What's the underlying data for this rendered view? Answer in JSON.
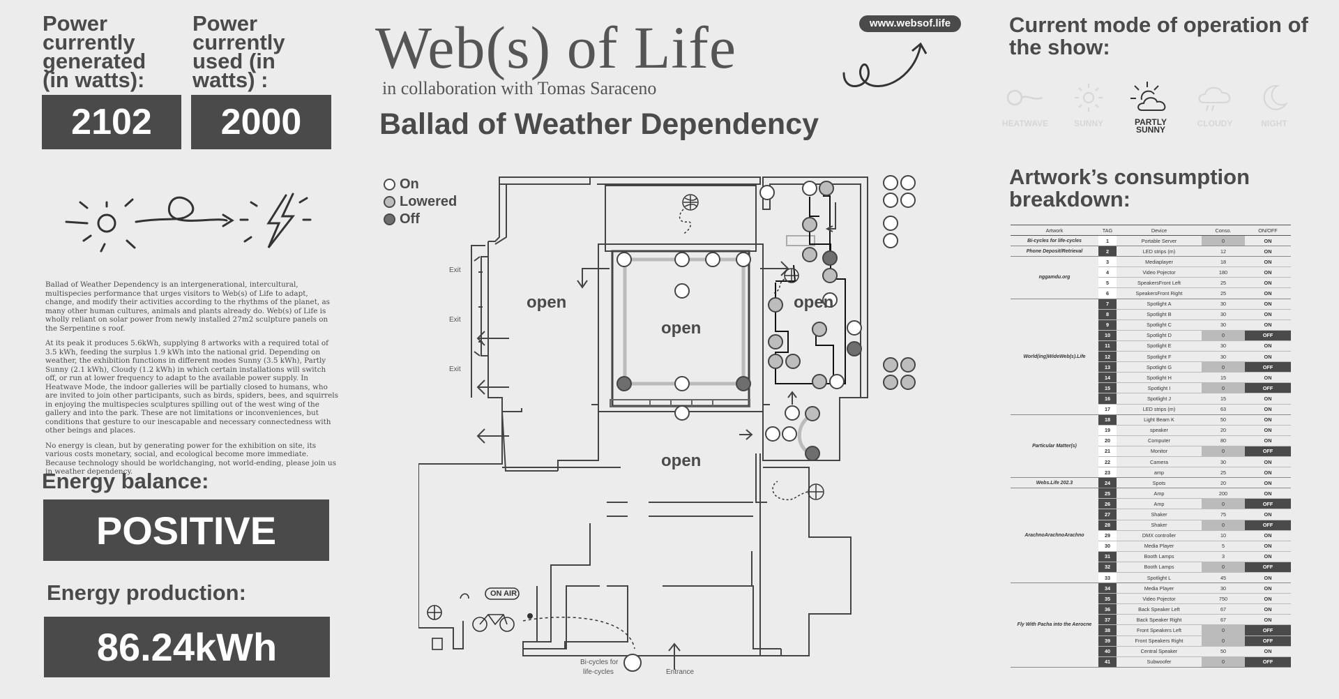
{
  "power": {
    "generated_label": "Power currently generated (in watts):",
    "generated_value": "2102",
    "used_label": "Power currently used (in watts) :",
    "used_value": "2000"
  },
  "header": {
    "title": "Web(s) of Life",
    "subtitle": "in collaboration with Tomas Saraceno",
    "show_title": "Ballad of Weather Dependency",
    "url": "www.websof.life"
  },
  "description": [
    "Ballad of Weather Dependency is an intergenerational, intercultural, multispecies performance that urges visitors to Web(s) of Life to adapt, change, and modify their activities according to the rhythms of the planet, as many other human cultures, animals and plants already do. Web(s) of Life is wholly reliant on solar power from newly installed 27m2 sculpture panels on the Serpentine s roof.",
    "At its peak it produces 5.6kWh, supplying 8 artworks with a required total of 3.5 kWh, feeding the surplus 1.9 kWh into the national grid. Depending on weather, the exhibition functions in different modes Sunny (3.5 kWh), Partly Sunny (2.1 kWh), Cloudy (1.2 kWh) in which certain installations will switch off, or run at lower frequency to adapt to the available power supply. In Heatwave Mode, the indoor galleries will be partially closed to humans, who are invited to join other participants, such as birds, spiders, bees, and squirrels in enjoying the multispecies sculptures spilling out of the west wing of the gallery and into the park. These are not limitations or inconveniences, but conditions that gesture to our inescapable and necessary connectedness with other beings and places.",
    "No energy is clean, but by generating power for the exhibition on site, its various costs monetary, social, and ecological become more immediate. Because technology should be worldchanging, not world-ending, please join us in weather dependency."
  ],
  "energy": {
    "balance_label": "Energy balance:",
    "balance_value": "POSITIVE",
    "production_label": "Energy production:",
    "production_value": "86.24kWh"
  },
  "legend": {
    "on": "On",
    "lowered": "Lowered",
    "off": "Off"
  },
  "map": {
    "rooms": [
      "open",
      "open",
      "open",
      "open"
    ],
    "exits": [
      "Exit",
      "Exit",
      "Exit"
    ],
    "bicycles_label_1": "Bi-cycles for",
    "bicycles_label_2": "life-cycles",
    "entrance": "Entrance",
    "on_air": "ON AIR"
  },
  "mode": {
    "title": "Current mode of operation of the show:",
    "options": [
      {
        "label": "HEATWAVE",
        "icon": "heatwave-icon",
        "active": false
      },
      {
        "label": "SUNNY",
        "icon": "sun-icon",
        "active": false
      },
      {
        "label": "PARTLY SUNNY",
        "icon": "partly-sunny-icon",
        "active": true
      },
      {
        "label": "CLOUDY",
        "icon": "cloud-icon",
        "active": false
      },
      {
        "label": "NIGHT",
        "icon": "moon-icon",
        "active": false
      }
    ]
  },
  "consumption": {
    "title": "Artwork’s consumption breakdown:",
    "headers": [
      "Artwork",
      "TAG",
      "Device",
      "Conso.",
      "ON/OFF"
    ],
    "groups": [
      {
        "artwork": "Bi-cycles for life-cycles",
        "rows": [
          [
            "1",
            "Portable Server",
            "0",
            "ON"
          ]
        ]
      },
      {
        "artwork": "Phone Deposit/Retrieval",
        "rows": [
          [
            "2",
            "LED strips (m)",
            "12",
            "ON"
          ]
        ]
      },
      {
        "artwork": "nggamdu.org",
        "rows": [
          [
            "3",
            "Mediaplayer",
            "18",
            "ON"
          ],
          [
            "4",
            "Video Pojector",
            "180",
            "ON"
          ],
          [
            "5",
            "SpeakersFront Left",
            "25",
            "ON"
          ],
          [
            "6",
            "SpeakersFront Right",
            "25",
            "ON"
          ]
        ]
      },
      {
        "artwork": "World(ing)WideWeb(s).Life",
        "rows": [
          [
            "7",
            "Spotlight A",
            "30",
            "ON"
          ],
          [
            "8",
            "Spotlight B",
            "30",
            "ON"
          ],
          [
            "9",
            "Spotlight C",
            "30",
            "ON"
          ],
          [
            "10",
            "Spotlight D",
            "0",
            "OFF"
          ],
          [
            "11",
            "Spotlight E",
            "30",
            "ON"
          ],
          [
            "12",
            "Spotlight F",
            "30",
            "ON"
          ],
          [
            "13",
            "Spotlight G",
            "0",
            "OFF"
          ],
          [
            "14",
            "Spotlight H",
            "15",
            "ON"
          ],
          [
            "15",
            "Spotlight I",
            "0",
            "OFF"
          ],
          [
            "16",
            "Spotlight J",
            "15",
            "ON"
          ],
          [
            "17",
            "LED strips (m)",
            "63",
            "ON"
          ]
        ]
      },
      {
        "artwork": "Particular Matter(s)",
        "rows": [
          [
            "18",
            "Light Beam K",
            "50",
            "ON"
          ],
          [
            "19",
            "speaker",
            "20",
            "ON"
          ],
          [
            "20",
            "Computer",
            "80",
            "ON"
          ],
          [
            "21",
            "Monitor",
            "0",
            "OFF"
          ],
          [
            "22",
            "Camera",
            "30",
            "ON"
          ],
          [
            "23",
            "amp",
            "25",
            "ON"
          ]
        ]
      },
      {
        "artwork": "Webs.Life 202.3",
        "rows": [
          [
            "24",
            "Spots",
            "20",
            "ON"
          ]
        ]
      },
      {
        "artwork": "ArachnoArachnoArachno",
        "rows": [
          [
            "25",
            "Amp",
            "200",
            "ON"
          ],
          [
            "26",
            "Amp",
            "0",
            "OFF"
          ],
          [
            "27",
            "Shaker",
            "75",
            "ON"
          ],
          [
            "28",
            "Shaker",
            "0",
            "OFF"
          ],
          [
            "29",
            "DMX controller",
            "10",
            "ON"
          ],
          [
            "30",
            "Media Player",
            "5",
            "ON"
          ],
          [
            "31",
            "Booth Lamps",
            "3",
            "ON"
          ],
          [
            "32",
            "Booth Lamps",
            "0",
            "OFF"
          ],
          [
            "33",
            "Spotlight L",
            "45",
            "ON"
          ]
        ]
      },
      {
        "artwork": "Fly With Pacha into the Aerocne",
        "rows": [
          [
            "34",
            "Media Player",
            "30",
            "ON"
          ],
          [
            "35",
            "Video Pojector",
            "750",
            "ON"
          ],
          [
            "36",
            "Back Speaker Left",
            "67",
            "ON"
          ],
          [
            "37",
            "Back Speaker Right",
            "67",
            "ON"
          ],
          [
            "38",
            "Front Speakers Left",
            "0",
            "OFF"
          ],
          [
            "39",
            "Front Speakers Right",
            "0",
            "OFF"
          ],
          [
            "40",
            "Central Speaker",
            "50",
            "ON"
          ],
          [
            "41",
            "Subwoofer",
            "0",
            "OFF"
          ]
        ]
      }
    ],
    "dark_tags": [
      "2",
      "7",
      "8",
      "9",
      "10",
      "11",
      "12",
      "13",
      "14",
      "15",
      "16",
      "18",
      "24",
      "25",
      "26",
      "27",
      "28",
      "31",
      "32",
      "34",
      "35",
      "36",
      "37",
      "38",
      "39",
      "40",
      "41"
    ]
  },
  "colors": {
    "background": "#ececec",
    "dark": "#4a4a4a",
    "lowered": "#bdbdbd",
    "off": "#6e6e6e"
  }
}
